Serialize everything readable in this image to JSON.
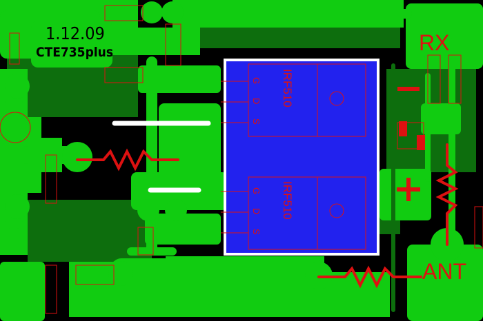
{
  "board": {
    "revision": "1.12.09",
    "project": "CTE735plus"
  },
  "ports": {
    "rx_label": "RX",
    "ant_label": "ANT"
  },
  "transistors": [
    {
      "part": "IRF510",
      "pins": [
        "G",
        "D",
        "S"
      ]
    },
    {
      "part": "IRF510",
      "pins": [
        "G",
        "D",
        "S"
      ]
    }
  ],
  "colors": {
    "background": "#000000",
    "copper": "#11cc11",
    "substrate": "#0d6e0d",
    "heatsink": "#2222ee",
    "heatsink_outline": "#ffffff",
    "silkscreen": "#dd1111"
  },
  "symbols": {
    "minus": "−",
    "plus": "+"
  }
}
